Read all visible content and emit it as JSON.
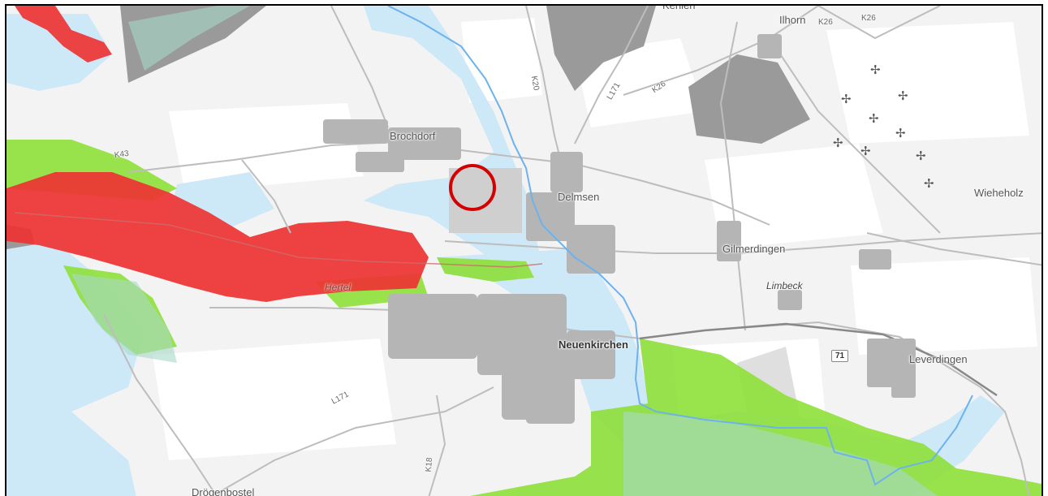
{
  "map": {
    "places": {
      "brochdorf": "Brochdorf",
      "delmsen": "Delmsen",
      "neuenkirchen": "Neuenkirchen",
      "gilmerdingen": "Gilmerdingen",
      "limbeck": "Limbeck",
      "wieheholz": "Wieheholz",
      "leverdingen": "Leverdingen",
      "ilhorn": "Ilhorn",
      "drogenbostel": "Drögenbostel",
      "hertel": "Hertel",
      "top_cut": "Kehlen"
    },
    "roads": {
      "k43": "K43",
      "k20": "K20",
      "l171_north": "L171",
      "k26_mid": "K26",
      "k26_top1": "K26",
      "k26_top2": "K26",
      "l171_south": "L171",
      "k18": "K18",
      "b71": "71"
    },
    "turbine_glyph": "✢",
    "colors": {
      "red_zone": "#ee3333",
      "green_zone": "#8ee03a",
      "water_zone": "#cde8f7",
      "river": "#6db2ec",
      "forest": "#dcdcdc",
      "restricted": "#9a9a9a",
      "marker": "#d40000"
    }
  }
}
